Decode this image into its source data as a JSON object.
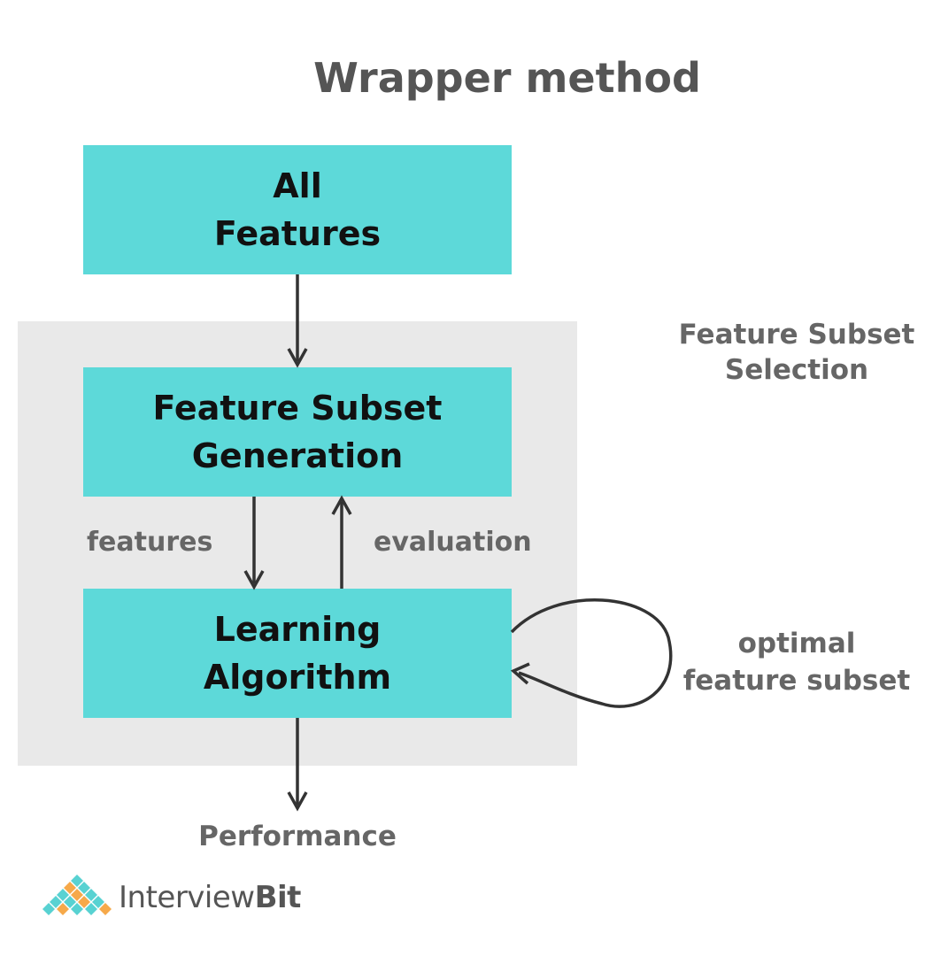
{
  "title": "Wrapper method",
  "boxes": {
    "all_features": [
      "All",
      "Features"
    ],
    "subset_generation": [
      "Feature Subset",
      "Generation"
    ],
    "learning_algorithm": [
      "Learning",
      "Algorithm"
    ]
  },
  "labels": {
    "subset_selection": [
      "Feature Subset",
      "Selection"
    ],
    "features": "features",
    "evaluation": "evaluation",
    "optimal": [
      "optimal",
      "feature subset"
    ],
    "performance": "Performance"
  },
  "logo": {
    "brand_part1": "Interview",
    "brand_part2": "Bit"
  },
  "colors": {
    "box_fill": "#5dd9d9",
    "panel_fill": "#e9e9e9",
    "arrow": "#333333",
    "label": "#666666",
    "title": "#555555"
  },
  "icons": [
    "diamond-grid-logo-icon"
  ]
}
